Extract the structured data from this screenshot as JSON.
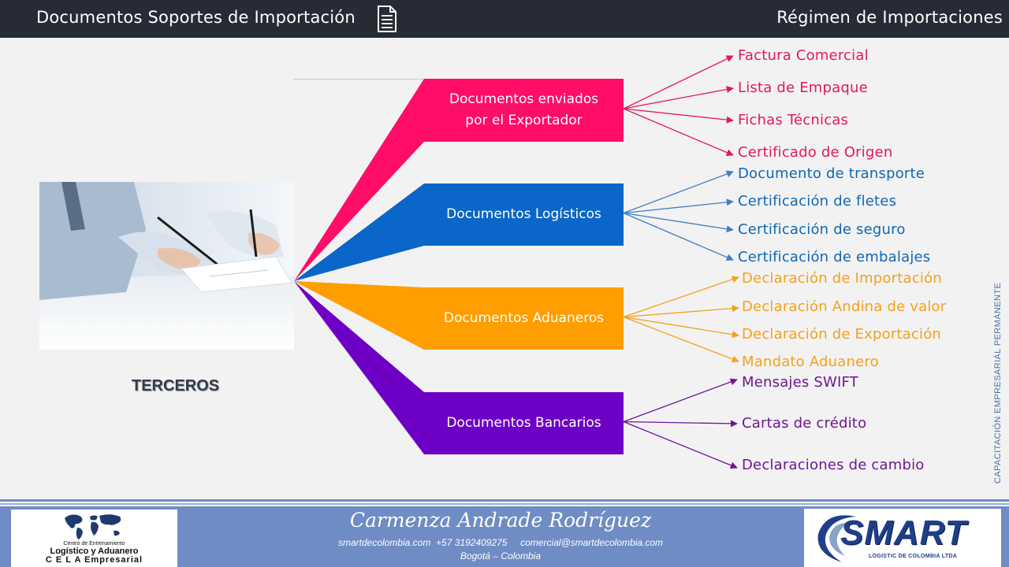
{
  "header": {
    "title_left": "Documentos Soportes de Importación",
    "title_right": "Régimen  de Importaciones",
    "title_icon": "document-icon"
  },
  "diagram": {
    "root_label": "TERCEROS",
    "branches": [
      {
        "label_lines": [
          "Documentos enviados",
          "por el Exportador"
        ],
        "color": "#ff0d68",
        "items": [
          "Factura Comercial",
          "Lista de Empaque",
          "Fichas Técnicas",
          "Certificado de Origen"
        ]
      },
      {
        "label_lines": [
          "Documentos Logísticos"
        ],
        "color": "#0a66c8",
        "items": [
          "Documento de transporte",
          "Certificación de fletes",
          "Certificación de seguro",
          "Certificación de embalajes"
        ]
      },
      {
        "label_lines": [
          "Documentos Aduaneros"
        ],
        "color": "#ff9e00",
        "items": [
          "Declaración de Importación",
          "Declaración Andina de valor",
          "Declaración de Exportación",
          "Mandato Aduanero"
        ]
      },
      {
        "label_lines": [
          "Documentos Bancarios"
        ],
        "color": "#6e00c6",
        "items": [
          "Mensajes SWIFT",
          "Cartas de crédito",
          "Declaraciones de cambio"
        ]
      }
    ]
  },
  "side_text": "CAPACITACIÓN EMPRESARIAL PERMANENTE",
  "footer": {
    "left_logo": {
      "line1": "Centro de Entrenamiento",
      "line2": "Logístico y Aduanero",
      "line3": "C E L A  Empresarial"
    },
    "signature": "Carmenza Andrade Rodríguez",
    "contact": "smartdecolombia.com  +57 3192409275     comercial@smartdecolombia.com",
    "city": "Bogotá – Colombia",
    "right_logo": {
      "brand": "SMART",
      "subtitle": "LOGISTIC DE COLOMBIA LTDA"
    }
  }
}
